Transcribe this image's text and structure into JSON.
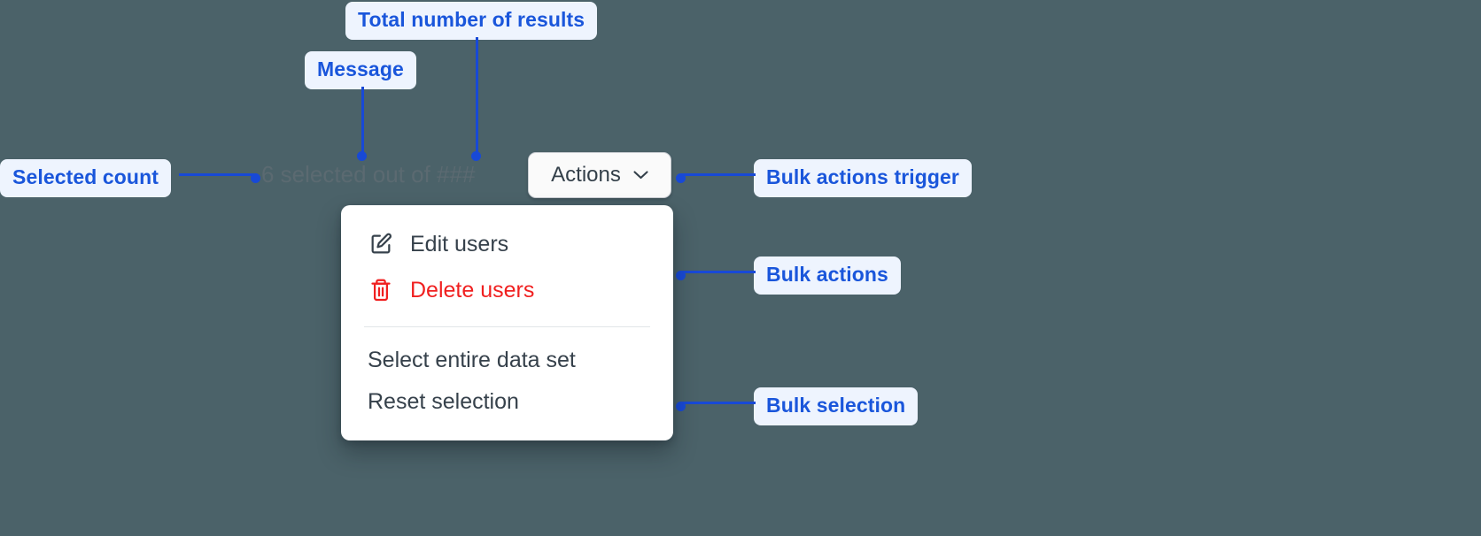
{
  "background_color": "#4b6269",
  "accent_color": "#1849d6",
  "callout_bg": "#eef4fe",
  "annotations": [
    {
      "id": "total-results",
      "label": "Total number of results"
    },
    {
      "id": "message",
      "label": "Message"
    },
    {
      "id": "selected-count",
      "label": "Selected count"
    },
    {
      "id": "bulk-actions-trigger",
      "label": "Bulk actions trigger"
    },
    {
      "id": "bulk-actions",
      "label": "Bulk actions"
    },
    {
      "id": "bulk-selection",
      "label": "Bulk selection"
    }
  ],
  "component": {
    "selection_message": {
      "count": "6",
      "middle_text": "selected out of",
      "total": "###",
      "full_text": "6 selected out of ###",
      "color": "#5b6a71"
    },
    "trigger": {
      "label": "Actions",
      "icon": "chevron-down-icon",
      "background": "#fafafa",
      "border_color": "#c9cdd2",
      "text_color": "#34404a"
    },
    "menu": {
      "groups": [
        {
          "id": "bulk-actions",
          "items": [
            {
              "label": "Edit users",
              "icon": "edit-square-pencil-icon",
              "tone": "default",
              "color": "#36414b"
            },
            {
              "label": "Delete users",
              "icon": "trash-icon",
              "tone": "danger",
              "color": "#f02020"
            }
          ]
        },
        {
          "id": "bulk-selection",
          "items": [
            {
              "label": "Select entire data set",
              "icon": null,
              "tone": "default",
              "color": "#36414b"
            },
            {
              "label": "Reset selection",
              "icon": null,
              "tone": "default",
              "color": "#36414b"
            }
          ]
        }
      ]
    }
  }
}
